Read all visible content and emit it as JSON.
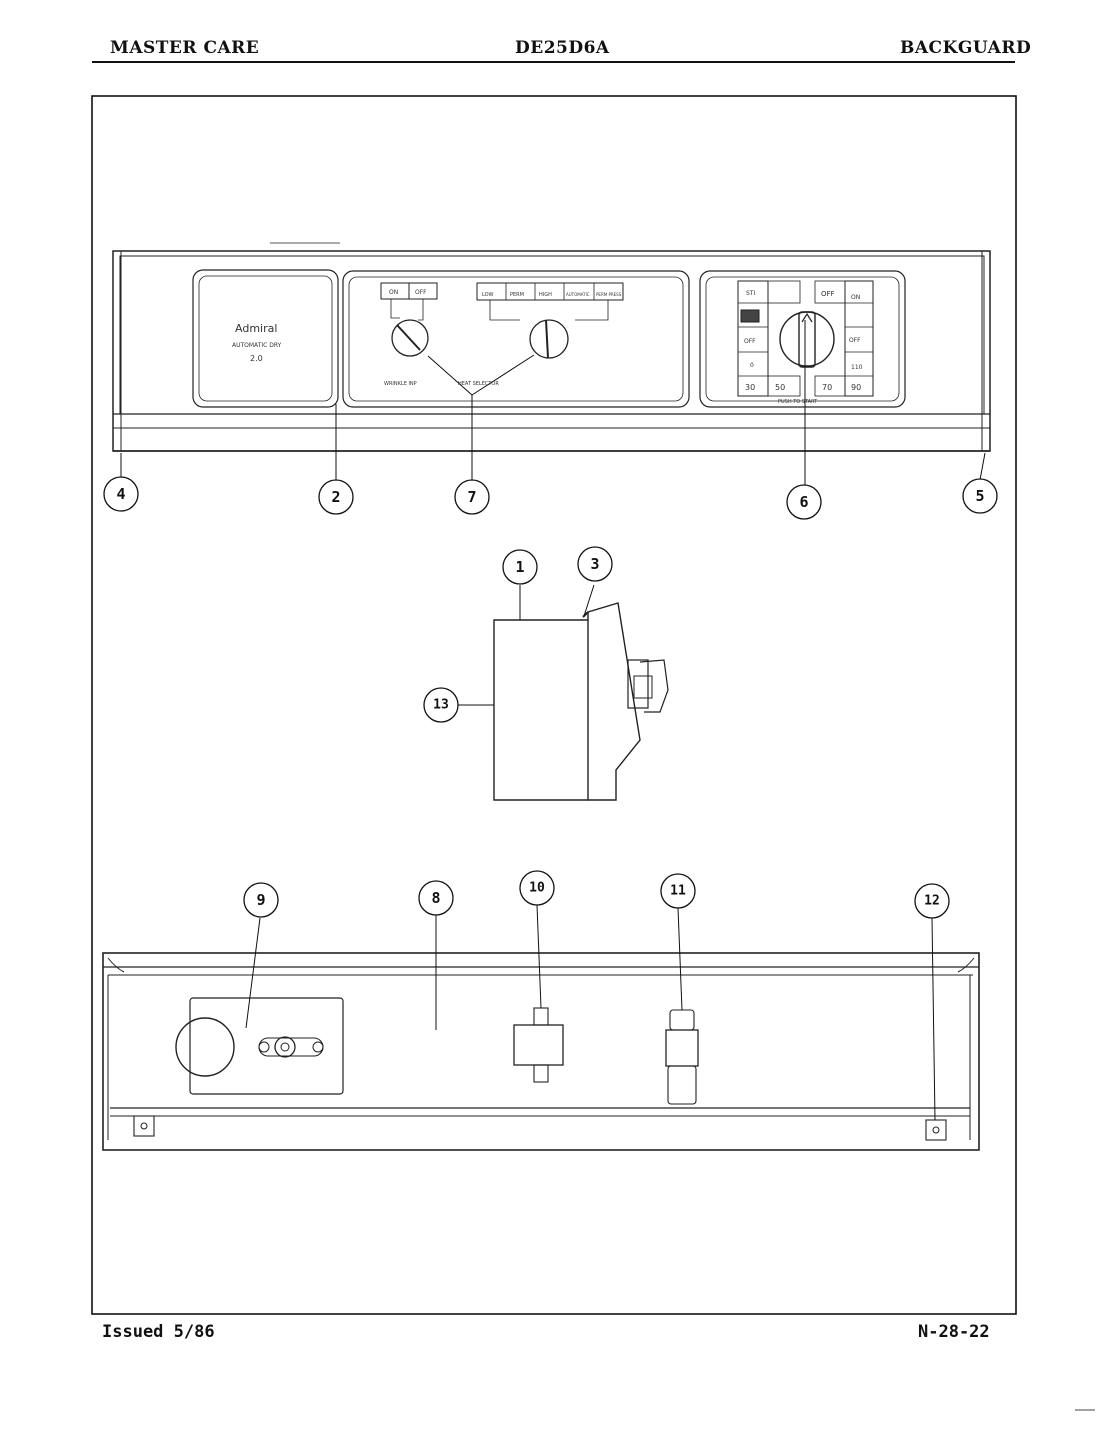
{
  "header": {
    "left": "MASTER CARE",
    "center": "DE25D6A",
    "right": "BACKGUARD"
  },
  "footer": {
    "left": "Issued 5/86",
    "right": "N-28-22"
  },
  "panel": {
    "brand": "Admiral",
    "brand_sub": "AUTOMATIC DRY",
    "brand_num": "2.0",
    "wrinkle_on": "ON",
    "wrinkle_off": "OFF",
    "wrinkle_label": "WRINKLE INP",
    "heat_label": "HEAT SELECTOR",
    "heat_options": [
      "LOW",
      "PERM",
      "HIGH",
      "AUTOMATIC",
      "PERM PRESS"
    ],
    "timer_left": [
      "STI",
      "OFF",
      "0",
      "30"
    ],
    "timer_mid": [
      "50",
      "70"
    ],
    "timer_right": [
      "OFF",
      "ON",
      "OFF",
      "110",
      "90"
    ],
    "timer_label": "PUSH TO START"
  },
  "callouts": [
    "1",
    "2",
    "3",
    "4",
    "5",
    "6",
    "7",
    "8",
    "9",
    "10",
    "11",
    "12",
    "13"
  ]
}
